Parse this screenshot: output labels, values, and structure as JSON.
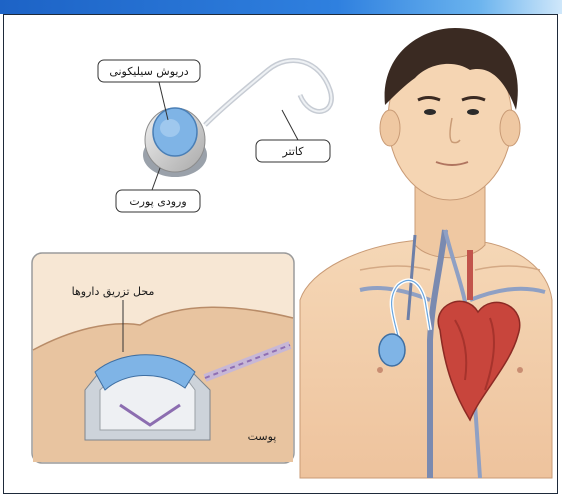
{
  "labels": {
    "silicone_septum": "دریوش سیلیکونی",
    "catheter": "کاتتر",
    "port_inlet": "ورودی پورت",
    "injection_site": "محل تزریق داروها",
    "skin": "پوست"
  },
  "colors": {
    "header_blue": "#2f80df",
    "skin": "#f2cfa9",
    "port_blue": "#7fb4e6",
    "vein": "#6d7fa8",
    "artery": "#c2544b",
    "heart": "#c8453c"
  },
  "icons": [
    "implanted-port-illustration",
    "heart-illustration",
    "person-illustration"
  ]
}
